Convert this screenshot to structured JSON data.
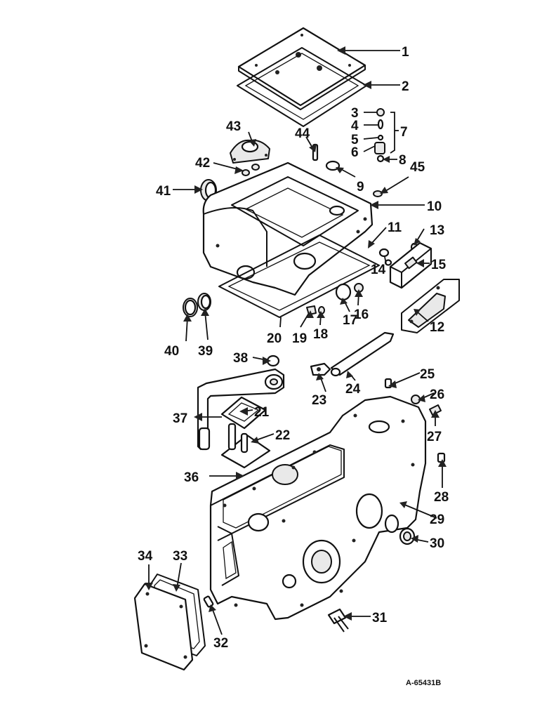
{
  "diagram": {
    "reference_code": "A-65431B",
    "callouts": [
      {
        "id": "1",
        "label": "1"
      },
      {
        "id": "2",
        "label": "2"
      },
      {
        "id": "3",
        "label": "3"
      },
      {
        "id": "4",
        "label": "4"
      },
      {
        "id": "5",
        "label": "5"
      },
      {
        "id": "6",
        "label": "6"
      },
      {
        "id": "7",
        "label": "7"
      },
      {
        "id": "8",
        "label": "8"
      },
      {
        "id": "9",
        "label": "9"
      },
      {
        "id": "10",
        "label": "10"
      },
      {
        "id": "11",
        "label": "11"
      },
      {
        "id": "12",
        "label": "12"
      },
      {
        "id": "13",
        "label": "13"
      },
      {
        "id": "14",
        "label": "14"
      },
      {
        "id": "15",
        "label": "15"
      },
      {
        "id": "16",
        "label": "16"
      },
      {
        "id": "17",
        "label": "17"
      },
      {
        "id": "18",
        "label": "18"
      },
      {
        "id": "19",
        "label": "19"
      },
      {
        "id": "20",
        "label": "20"
      },
      {
        "id": "21",
        "label": "21"
      },
      {
        "id": "22",
        "label": "22"
      },
      {
        "id": "23",
        "label": "23"
      },
      {
        "id": "24",
        "label": "24"
      },
      {
        "id": "25",
        "label": "25"
      },
      {
        "id": "26",
        "label": "26"
      },
      {
        "id": "27",
        "label": "27"
      },
      {
        "id": "28",
        "label": "28"
      },
      {
        "id": "29",
        "label": "29"
      },
      {
        "id": "30",
        "label": "30"
      },
      {
        "id": "31",
        "label": "31"
      },
      {
        "id": "32",
        "label": "32"
      },
      {
        "id": "33",
        "label": "33"
      },
      {
        "id": "34",
        "label": "34"
      },
      {
        "id": "36",
        "label": "36"
      },
      {
        "id": "37",
        "label": "37"
      },
      {
        "id": "38",
        "label": "38"
      },
      {
        "id": "39",
        "label": "39"
      },
      {
        "id": "40",
        "label": "40"
      },
      {
        "id": "41",
        "label": "41"
      },
      {
        "id": "42",
        "label": "42"
      },
      {
        "id": "43",
        "label": "43"
      },
      {
        "id": "44",
        "label": "44"
      },
      {
        "id": "45",
        "label": "45"
      }
    ]
  }
}
